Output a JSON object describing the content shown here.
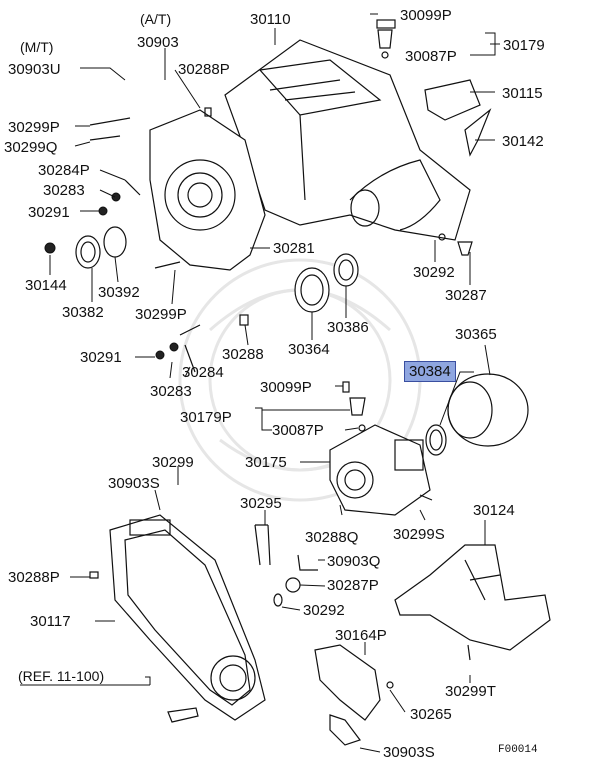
{
  "labels": {
    "at": "(A/T)",
    "mt": "(M/T)",
    "p30903_top": "30903",
    "p30903U": "30903U",
    "p30110": "30110",
    "p30099P_top": "30099P",
    "p30179": "30179",
    "p30087P_top": "30087P",
    "p30288P_top": "30288P",
    "p30115": "30115",
    "p30299P_top": "30299P",
    "p30299Q": "30299Q",
    "p30142": "30142",
    "p30284P": "30284P",
    "p30283_top": "30283",
    "p30291_top": "30291",
    "p30281": "30281",
    "p30144": "30144",
    "p30392": "30392",
    "p30382": "30382",
    "p30299P_mid": "30299P",
    "p30292_top": "30292",
    "p30287": "30287",
    "p30386": "30386",
    "p30364": "30364",
    "p30288": "30288",
    "p30365": "30365",
    "p30384": "30384",
    "p30291_mid": "30291",
    "p30284": "30284",
    "p30283_mid": "30283",
    "p30099P_mid": "30099P",
    "p30179P": "30179P",
    "p30087P_mid": "30087P",
    "p30175": "30175",
    "p30299": "30299",
    "p30903S_top": "30903S",
    "p30295": "30295",
    "p30288Q": "30288Q",
    "p30299S": "30299S",
    "p30124": "30124",
    "p30903Q": "30903Q",
    "p30288P_bot": "30288P",
    "p30287P": "30287P",
    "p30292_bot": "30292",
    "p30117": "30117",
    "p30164P": "30164P",
    "ref": "(REF. 11-100)",
    "p30299T": "30299T",
    "p30265": "30265",
    "p30903S_bot": "30903S",
    "fig_id": "F00014"
  },
  "highlight_color": "#8fa6e0"
}
